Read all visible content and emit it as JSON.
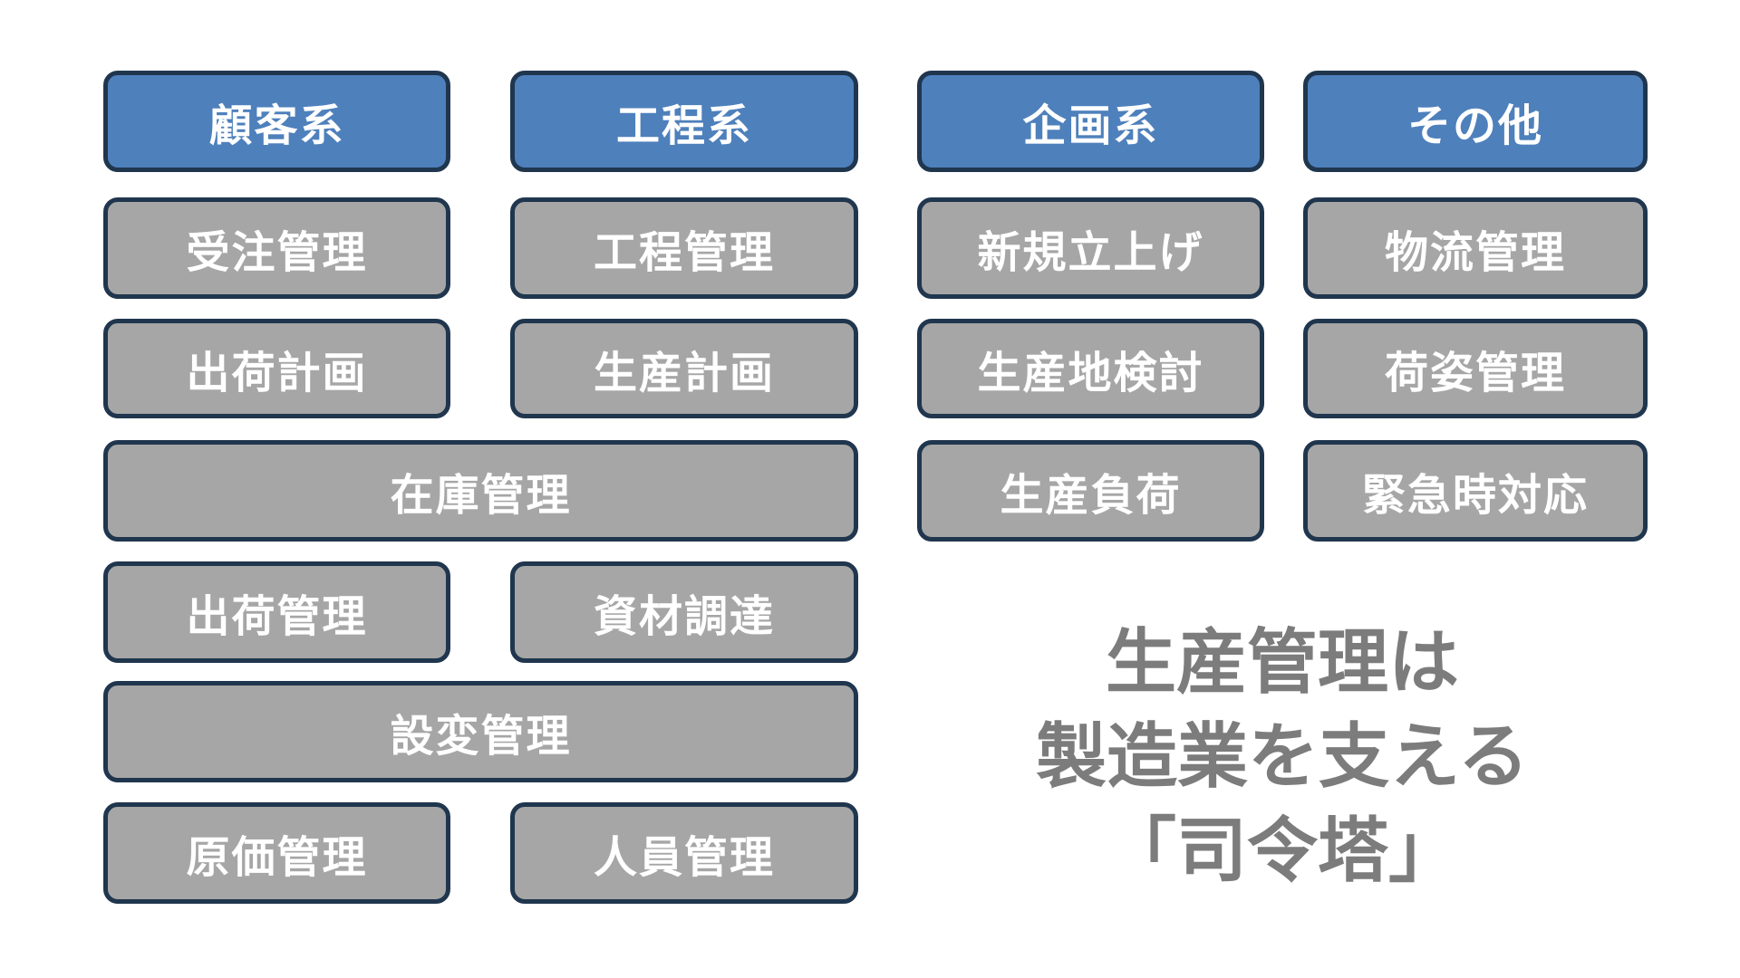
{
  "theme": {
    "header_fill": "#4E80BC",
    "item_fill": "#A6A6A6",
    "box_border": "#20364E",
    "box_text": "#FFFFFF",
    "caption_text": "#7C7C7C",
    "background": "#FFFFFF"
  },
  "diagram": {
    "columns": [
      {
        "header": "顧客系",
        "items": [
          "受注管理",
          "出荷計画",
          "出荷管理",
          "原価管理"
        ]
      },
      {
        "header": "工程系",
        "items": [
          "工程管理",
          "生産計画",
          "資材調達",
          "人員管理"
        ]
      },
      {
        "header": "企画系",
        "items": [
          "新規立上げ",
          "生産地検討",
          "生産負荷"
        ]
      },
      {
        "header": "その他",
        "items": [
          "物流管理",
          "荷姿管理",
          "緊急時対応"
        ]
      }
    ],
    "spanning_items": [
      "在庫管理",
      "設変管理"
    ],
    "caption": {
      "lines": [
        "生産管理は",
        "製造業を支える",
        "「司令塔」"
      ]
    }
  }
}
